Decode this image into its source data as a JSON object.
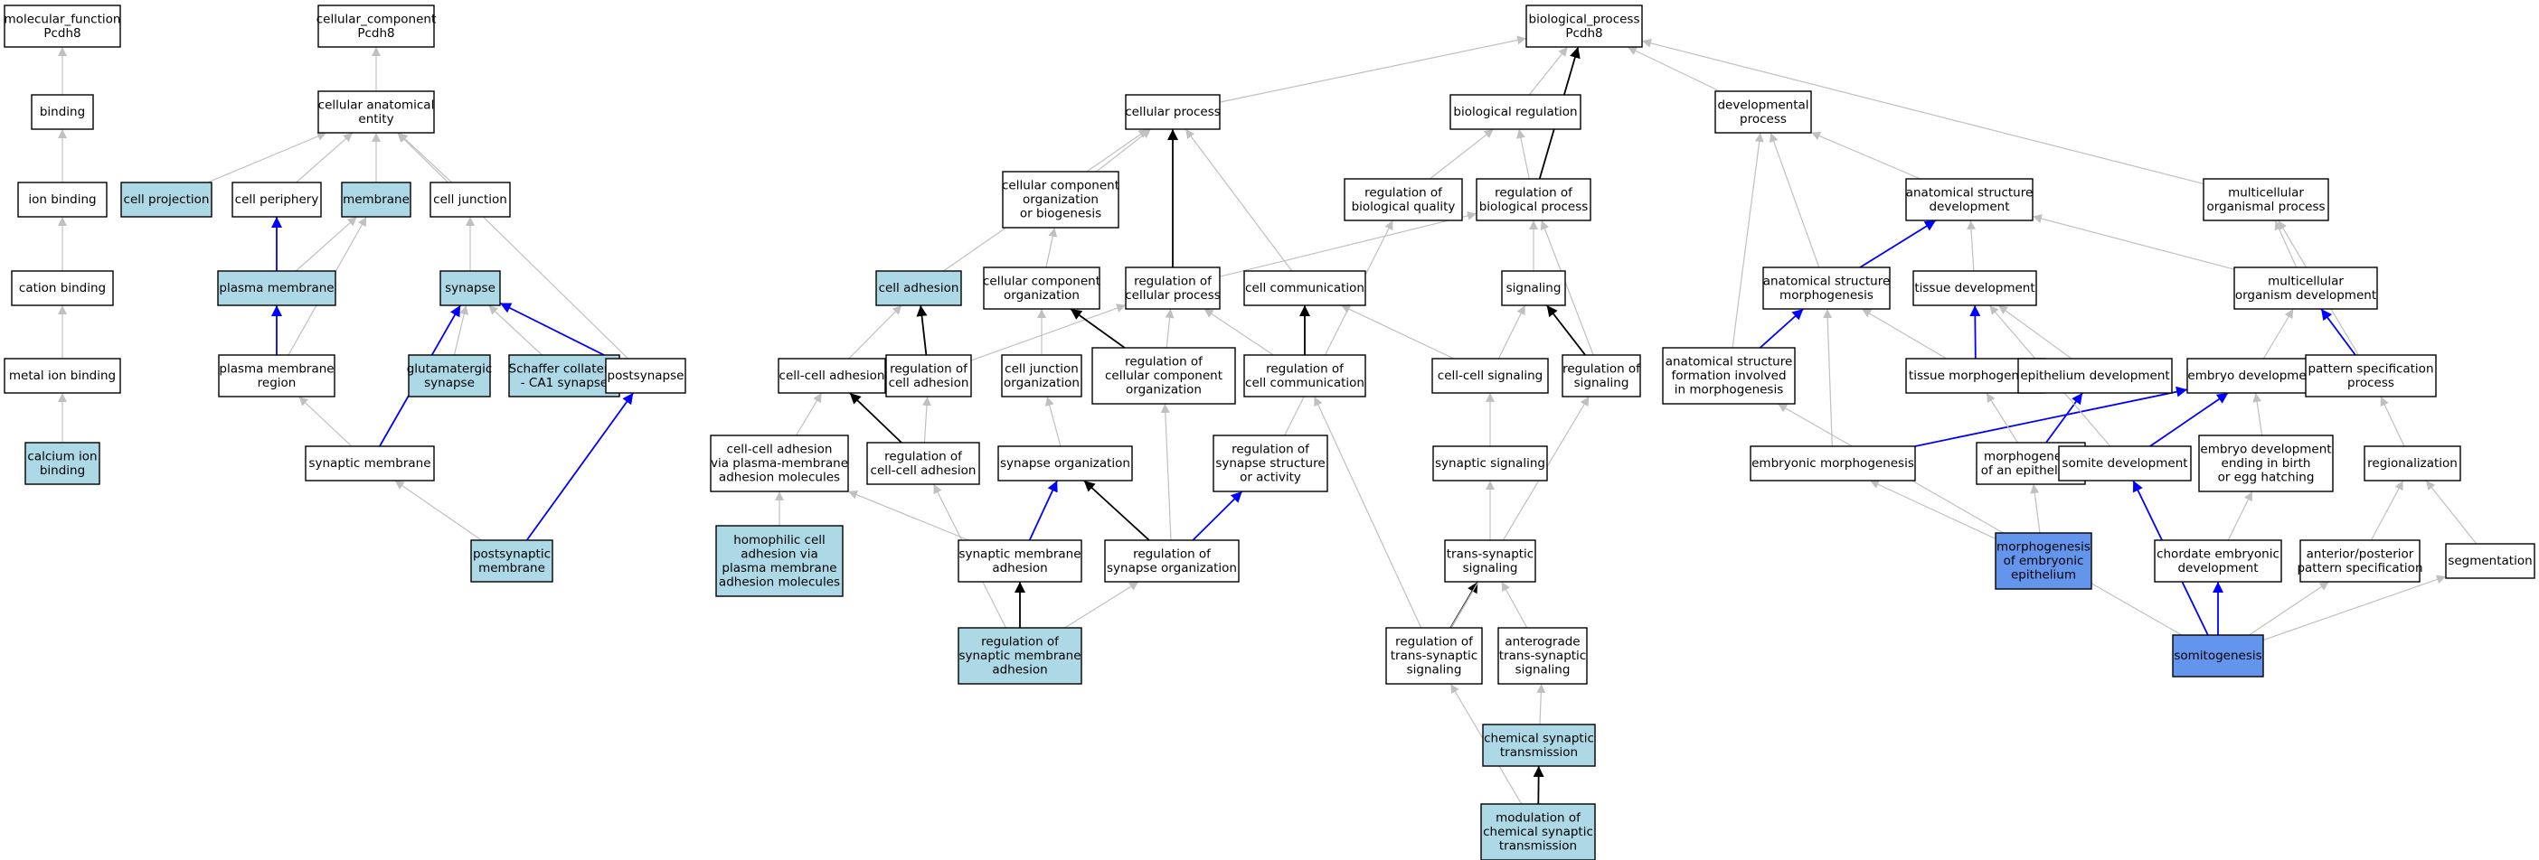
{
  "colors": {
    "default_fill": "#ffffff",
    "highlight_fill": "#add8e6",
    "focus_fill": "#6495ed",
    "grey_edge": "#c0c0c0",
    "black_edge": "#000000",
    "blue_edge": "#0000ff"
  },
  "nodes": [
    {
      "id": "mf",
      "lines": [
        "molecular_function",
        "Pcdh8"
      ],
      "fill": "white"
    },
    {
      "id": "binding",
      "lines": [
        "binding"
      ],
      "fill": "white"
    },
    {
      "id": "ion_binding",
      "lines": [
        "ion binding"
      ],
      "fill": "white"
    },
    {
      "id": "cation_binding",
      "lines": [
        "cation binding"
      ],
      "fill": "white"
    },
    {
      "id": "metal_ion_binding",
      "lines": [
        "metal ion binding"
      ],
      "fill": "white"
    },
    {
      "id": "calcium_ion_binding",
      "lines": [
        "calcium ion",
        "binding"
      ],
      "fill": "light"
    },
    {
      "id": "cc",
      "lines": [
        "cellular_component",
        "Pcdh8"
      ],
      "fill": "white"
    },
    {
      "id": "cae",
      "lines": [
        "cellular anatomical",
        "entity"
      ],
      "fill": "white"
    },
    {
      "id": "cell_projection",
      "lines": [
        "cell projection"
      ],
      "fill": "light"
    },
    {
      "id": "cell_periphery",
      "lines": [
        "cell periphery"
      ],
      "fill": "white"
    },
    {
      "id": "membrane",
      "lines": [
        "membrane"
      ],
      "fill": "light"
    },
    {
      "id": "cell_junction",
      "lines": [
        "cell junction"
      ],
      "fill": "white"
    },
    {
      "id": "plasma_membrane",
      "lines": [
        "plasma membrane"
      ],
      "fill": "light"
    },
    {
      "id": "synapse",
      "lines": [
        "synapse"
      ],
      "fill": "light"
    },
    {
      "id": "pm_region",
      "lines": [
        "plasma membrane",
        "region"
      ],
      "fill": "white"
    },
    {
      "id": "glut_synapse",
      "lines": [
        "glutamatergic",
        "synapse"
      ],
      "fill": "light"
    },
    {
      "id": "schaffer",
      "lines": [
        "Schaffer collateral",
        "- CA1 synapse"
      ],
      "fill": "light"
    },
    {
      "id": "postsynapse",
      "lines": [
        "postsynapse"
      ],
      "fill": "white"
    },
    {
      "id": "synaptic_membrane",
      "lines": [
        "synaptic membrane"
      ],
      "fill": "white"
    },
    {
      "id": "postsynaptic_membrane",
      "lines": [
        "postsynaptic",
        "membrane"
      ],
      "fill": "light"
    },
    {
      "id": "bp",
      "lines": [
        "biological_process",
        "Pcdh8"
      ],
      "fill": "white"
    },
    {
      "id": "cellular_process",
      "lines": [
        "cellular process"
      ],
      "fill": "white"
    },
    {
      "id": "bio_reg",
      "lines": [
        "biological regulation"
      ],
      "fill": "white"
    },
    {
      "id": "dev_process",
      "lines": [
        "developmental",
        "process"
      ],
      "fill": "white"
    },
    {
      "id": "ccob",
      "lines": [
        "cellular component",
        "organization",
        "or biogenesis"
      ],
      "fill": "white"
    },
    {
      "id": "reg_bio_quality",
      "lines": [
        "regulation of",
        "biological quality"
      ],
      "fill": "white"
    },
    {
      "id": "reg_bio_process",
      "lines": [
        "regulation of",
        "biological process"
      ],
      "fill": "white"
    },
    {
      "id": "asd",
      "lines": [
        "anatomical structure",
        "development"
      ],
      "fill": "white"
    },
    {
      "id": "multi_org_process",
      "lines": [
        "multicellular",
        "organismal process"
      ],
      "fill": "white"
    },
    {
      "id": "cell_adhesion",
      "lines": [
        "cell adhesion"
      ],
      "fill": "light"
    },
    {
      "id": "cco",
      "lines": [
        "cellular component",
        "organization"
      ],
      "fill": "white"
    },
    {
      "id": "reg_cell_process",
      "lines": [
        "regulation of",
        "cellular process"
      ],
      "fill": "white"
    },
    {
      "id": "cell_comm",
      "lines": [
        "cell communication"
      ],
      "fill": "white"
    },
    {
      "id": "signaling",
      "lines": [
        "signaling"
      ],
      "fill": "white"
    },
    {
      "id": "asm",
      "lines": [
        "anatomical structure",
        "morphogenesis"
      ],
      "fill": "white"
    },
    {
      "id": "tissue_dev",
      "lines": [
        "tissue development"
      ],
      "fill": "white"
    },
    {
      "id": "mod",
      "lines": [
        "multicellular",
        "organism development"
      ],
      "fill": "white"
    },
    {
      "id": "cc_adhesion",
      "lines": [
        "cell-cell adhesion"
      ],
      "fill": "white"
    },
    {
      "id": "reg_cell_adhesion",
      "lines": [
        "regulation of",
        "cell adhesion"
      ],
      "fill": "white"
    },
    {
      "id": "cell_junction_org",
      "lines": [
        "cell junction",
        "organization"
      ],
      "fill": "white"
    },
    {
      "id": "reg_cco",
      "lines": [
        "regulation of",
        "cellular component",
        "organization"
      ],
      "fill": "white"
    },
    {
      "id": "reg_cell_comm",
      "lines": [
        "regulation of",
        "cell communication"
      ],
      "fill": "white"
    },
    {
      "id": "cc_signaling",
      "lines": [
        "cell-cell signaling"
      ],
      "fill": "white"
    },
    {
      "id": "reg_signaling",
      "lines": [
        "regulation of",
        "signaling"
      ],
      "fill": "white"
    },
    {
      "id": "asf",
      "lines": [
        "anatomical structure",
        "formation involved",
        "in morphogenesis"
      ],
      "fill": "white"
    },
    {
      "id": "tissue_morph",
      "lines": [
        "tissue morphogenesis"
      ],
      "fill": "white"
    },
    {
      "id": "epi_dev",
      "lines": [
        "epithelium development"
      ],
      "fill": "white"
    },
    {
      "id": "embryo_dev",
      "lines": [
        "embryo development"
      ],
      "fill": "white"
    },
    {
      "id": "pattern_spec",
      "lines": [
        "pattern specification",
        "process"
      ],
      "fill": "white"
    },
    {
      "id": "cc_adh_pm",
      "lines": [
        "cell-cell adhesion",
        "via plasma-membrane",
        "adhesion molecules"
      ],
      "fill": "white"
    },
    {
      "id": "reg_cc_adhesion",
      "lines": [
        "regulation of",
        "cell-cell adhesion"
      ],
      "fill": "white"
    },
    {
      "id": "synapse_org",
      "lines": [
        "synapse organization"
      ],
      "fill": "white"
    },
    {
      "id": "reg_syn_struct",
      "lines": [
        "regulation of",
        "synapse structure",
        "or activity"
      ],
      "fill": "white"
    },
    {
      "id": "syn_signaling",
      "lines": [
        "synaptic signaling"
      ],
      "fill": "white"
    },
    {
      "id": "embryonic_morph",
      "lines": [
        "embryonic morphogenesis"
      ],
      "fill": "white"
    },
    {
      "id": "morph_epi",
      "lines": [
        "morphogenesis",
        "of an epithelium"
      ],
      "fill": "white"
    },
    {
      "id": "somite_dev",
      "lines": [
        "somite development"
      ],
      "fill": "white"
    },
    {
      "id": "embryo_birth",
      "lines": [
        "embryo development",
        "ending in birth",
        "or egg hatching"
      ],
      "fill": "white"
    },
    {
      "id": "regionalization",
      "lines": [
        "regionalization"
      ],
      "fill": "white"
    },
    {
      "id": "homophilic",
      "lines": [
        "homophilic cell",
        "adhesion via",
        "plasma membrane",
        "adhesion molecules"
      ],
      "fill": "light"
    },
    {
      "id": "syn_mem_adh",
      "lines": [
        "synaptic membrane",
        "adhesion"
      ],
      "fill": "white"
    },
    {
      "id": "reg_syn_org",
      "lines": [
        "regulation of",
        "synapse organization"
      ],
      "fill": "white"
    },
    {
      "id": "trans_syn",
      "lines": [
        "trans-synaptic",
        "signaling"
      ],
      "fill": "white"
    },
    {
      "id": "morph_emb_epi",
      "lines": [
        "morphogenesis",
        "of embryonic",
        "epithelium"
      ],
      "fill": "focus"
    },
    {
      "id": "chordate_emb",
      "lines": [
        "chordate embryonic",
        "development"
      ],
      "fill": "white"
    },
    {
      "id": "ap_pattern",
      "lines": [
        "anterior/posterior",
        "pattern specification"
      ],
      "fill": "white"
    },
    {
      "id": "segmentation",
      "lines": [
        "segmentation"
      ],
      "fill": "white"
    },
    {
      "id": "reg_syn_mem_adh",
      "lines": [
        "regulation of",
        "synaptic membrane",
        "adhesion"
      ],
      "fill": "light"
    },
    {
      "id": "reg_trans_syn",
      "lines": [
        "regulation of",
        "trans-synaptic",
        "signaling"
      ],
      "fill": "white"
    },
    {
      "id": "antero_trans",
      "lines": [
        "anterograde",
        "trans-synaptic",
        "signaling"
      ],
      "fill": "white"
    },
    {
      "id": "somitogenesis",
      "lines": [
        "somitogenesis"
      ],
      "fill": "focus"
    },
    {
      "id": "chem_syn",
      "lines": [
        "chemical synaptic",
        "transmission"
      ],
      "fill": "light"
    },
    {
      "id": "mod_chem_syn",
      "lines": [
        "modulation of",
        "chemical synaptic",
        "transmission"
      ],
      "fill": "light"
    }
  ],
  "edges": [
    {
      "from": "binding",
      "to": "mf",
      "color": "grey"
    },
    {
      "from": "ion_binding",
      "to": "binding",
      "color": "grey"
    },
    {
      "from": "cation_binding",
      "to": "ion_binding",
      "color": "grey"
    },
    {
      "from": "metal_ion_binding",
      "to": "cation_binding",
      "color": "grey"
    },
    {
      "from": "calcium_ion_binding",
      "to": "metal_ion_binding",
      "color": "grey"
    },
    {
      "from": "cae",
      "to": "cc",
      "color": "grey"
    },
    {
      "from": "cell_projection",
      "to": "cae",
      "color": "grey"
    },
    {
      "from": "cell_periphery",
      "to": "cae",
      "color": "grey"
    },
    {
      "from": "membrane",
      "to": "cae",
      "color": "grey"
    },
    {
      "from": "cell_junction",
      "to": "cae",
      "color": "grey"
    },
    {
      "from": "postsynapse",
      "to": "cae",
      "color": "grey"
    },
    {
      "from": "plasma_membrane",
      "to": "cell_periphery",
      "color": "blue"
    },
    {
      "from": "plasma_membrane",
      "to": "membrane",
      "color": "grey"
    },
    {
      "from": "pm_region",
      "to": "plasma_membrane",
      "color": "blue"
    },
    {
      "from": "pm_region",
      "to": "membrane",
      "color": "grey"
    },
    {
      "from": "synapse",
      "to": "cell_junction",
      "color": "grey"
    },
    {
      "from": "glut_synapse",
      "to": "synapse",
      "color": "grey"
    },
    {
      "from": "schaffer",
      "to": "synapse",
      "color": "grey"
    },
    {
      "from": "postsynapse",
      "to": "synapse",
      "color": "blue"
    },
    {
      "from": "synaptic_membrane",
      "to": "pm_region",
      "color": "grey"
    },
    {
      "from": "synaptic_membrane",
      "to": "synapse",
      "color": "blue"
    },
    {
      "from": "postsynaptic_membrane",
      "to": "synaptic_membrane",
      "color": "grey"
    },
    {
      "from": "postsynaptic_membrane",
      "to": "postsynapse",
      "color": "blue"
    },
    {
      "from": "cellular_process",
      "to": "bp",
      "color": "grey"
    },
    {
      "from": "bio_reg",
      "to": "bp",
      "color": "grey"
    },
    {
      "from": "dev_process",
      "to": "bp",
      "color": "grey"
    },
    {
      "from": "multi_org_process",
      "to": "bp",
      "color": "grey"
    },
    {
      "from": "reg_bio_process",
      "to": "bp",
      "color": "black"
    },
    {
      "from": "ccob",
      "to": "cellular_process",
      "color": "grey"
    },
    {
      "from": "reg_bio_quality",
      "to": "bio_reg",
      "color": "grey"
    },
    {
      "from": "reg_bio_process",
      "to": "bio_reg",
      "color": "grey"
    },
    {
      "from": "asd",
      "to": "dev_process",
      "color": "grey"
    },
    {
      "from": "cell_adhesion",
      "to": "cellular_process",
      "color": "grey"
    },
    {
      "from": "cco",
      "to": "ccob",
      "color": "grey"
    },
    {
      "from": "reg_cell_process",
      "to": "cellular_process",
      "color": "black"
    },
    {
      "from": "reg_cell_process",
      "to": "reg_bio_process",
      "color": "grey"
    },
    {
      "from": "cell_comm",
      "to": "cellular_process",
      "color": "grey"
    },
    {
      "from": "signaling",
      "to": "reg_bio_process",
      "color": "grey"
    },
    {
      "from": "asm",
      "to": "asd",
      "color": "blue"
    },
    {
      "from": "asm",
      "to": "dev_process",
      "color": "grey"
    },
    {
      "from": "tissue_dev",
      "to": "asd",
      "color": "grey"
    },
    {
      "from": "mod",
      "to": "multi_org_process",
      "color": "grey"
    },
    {
      "from": "mod",
      "to": "asd",
      "color": "grey"
    },
    {
      "from": "cc_adhesion",
      "to": "cell_adhesion",
      "color": "grey"
    },
    {
      "from": "reg_cell_adhesion",
      "to": "cell_adhesion",
      "color": "black"
    },
    {
      "from": "reg_cell_adhesion",
      "to": "reg_cell_process",
      "color": "grey"
    },
    {
      "from": "cell_junction_org",
      "to": "cco",
      "color": "grey"
    },
    {
      "from": "reg_cco",
      "to": "cco",
      "color": "black"
    },
    {
      "from": "reg_cco",
      "to": "reg_cell_process",
      "color": "grey"
    },
    {
      "from": "reg_cell_comm",
      "to": "cell_comm",
      "color": "black"
    },
    {
      "from": "reg_cell_comm",
      "to": "reg_cell_process",
      "color": "grey"
    },
    {
      "from": "cc_signaling",
      "to": "cell_comm",
      "color": "grey"
    },
    {
      "from": "cc_signaling",
      "to": "signaling",
      "color": "grey"
    },
    {
      "from": "reg_signaling",
      "to": "signaling",
      "color": "black"
    },
    {
      "from": "reg_signaling",
      "to": "reg_bio_process",
      "color": "grey"
    },
    {
      "from": "asf",
      "to": "asm",
      "color": "blue"
    },
    {
      "from": "asf",
      "to": "dev_process",
      "color": "grey"
    },
    {
      "from": "tissue_morph",
      "to": "tissue_dev",
      "color": "blue"
    },
    {
      "from": "tissue_morph",
      "to": "asm",
      "color": "grey"
    },
    {
      "from": "epi_dev",
      "to": "tissue_dev",
      "color": "grey"
    },
    {
      "from": "embryo_dev",
      "to": "mod",
      "color": "grey"
    },
    {
      "from": "pattern_spec",
      "to": "mod",
      "color": "blue"
    },
    {
      "from": "pattern_spec",
      "to": "multi_org_process",
      "color": "grey"
    },
    {
      "from": "cc_adh_pm",
      "to": "cc_adhesion",
      "color": "grey"
    },
    {
      "from": "reg_cc_adhesion",
      "to": "cc_adhesion",
      "color": "black"
    },
    {
      "from": "reg_cc_adhesion",
      "to": "reg_cell_adhesion",
      "color": "grey"
    },
    {
      "from": "synapse_org",
      "to": "cell_junction_org",
      "color": "grey"
    },
    {
      "from": "reg_syn_struct",
      "to": "reg_bio_quality",
      "color": "grey"
    },
    {
      "from": "syn_signaling",
      "to": "cc_signaling",
      "color": "grey"
    },
    {
      "from": "embryonic_morph",
      "to": "embryo_dev",
      "color": "blue"
    },
    {
      "from": "embryonic_morph",
      "to": "asm",
      "color": "grey"
    },
    {
      "from": "morph_epi",
      "to": "epi_dev",
      "color": "blue"
    },
    {
      "from": "morph_epi",
      "to": "tissue_morph",
      "color": "grey"
    },
    {
      "from": "somite_dev",
      "to": "embryo_dev",
      "color": "blue"
    },
    {
      "from": "somite_dev",
      "to": "tissue_dev",
      "color": "grey"
    },
    {
      "from": "embryo_birth",
      "to": "embryo_dev",
      "color": "grey"
    },
    {
      "from": "regionalization",
      "to": "pattern_spec",
      "color": "grey"
    },
    {
      "from": "homophilic",
      "to": "cc_adh_pm",
      "color": "grey"
    },
    {
      "from": "syn_mem_adh",
      "to": "synapse_org",
      "color": "blue"
    },
    {
      "from": "syn_mem_adh",
      "to": "cc_adh_pm",
      "color": "grey"
    },
    {
      "from": "reg_syn_org",
      "to": "synapse_org",
      "color": "black"
    },
    {
      "from": "reg_syn_org",
      "to": "reg_cco",
      "color": "grey"
    },
    {
      "from": "reg_syn_org",
      "to": "reg_syn_struct",
      "color": "blue"
    },
    {
      "from": "trans_syn",
      "to": "syn_signaling",
      "color": "grey"
    },
    {
      "from": "morph_emb_epi",
      "to": "embryonic_morph",
      "color": "grey"
    },
    {
      "from": "morph_emb_epi",
      "to": "morph_epi",
      "color": "grey"
    },
    {
      "from": "chordate_emb",
      "to": "embryo_birth",
      "color": "grey"
    },
    {
      "from": "ap_pattern",
      "to": "regionalization",
      "color": "grey"
    },
    {
      "from": "segmentation",
      "to": "regionalization",
      "color": "grey"
    },
    {
      "from": "reg_syn_mem_adh",
      "to": "syn_mem_adh",
      "color": "black"
    },
    {
      "from": "reg_syn_mem_adh",
      "to": "reg_cc_adhesion",
      "color": "grey"
    },
    {
      "from": "reg_syn_mem_adh",
      "to": "reg_syn_org",
      "color": "grey"
    },
    {
      "from": "reg_trans_syn",
      "to": "trans_syn",
      "color": "black"
    },
    {
      "from": "reg_trans_syn",
      "to": "reg_cell_comm",
      "color": "grey"
    },
    {
      "from": "reg_trans_syn",
      "to": "reg_signaling",
      "color": "grey"
    },
    {
      "from": "antero_trans",
      "to": "trans_syn",
      "color": "grey"
    },
    {
      "from": "somitogenesis",
      "to": "somite_dev",
      "color": "blue"
    },
    {
      "from": "somitogenesis",
      "to": "chordate_emb",
      "color": "blue"
    },
    {
      "from": "somitogenesis",
      "to": "ap_pattern",
      "color": "grey"
    },
    {
      "from": "somitogenesis",
      "to": "segmentation",
      "color": "grey"
    },
    {
      "from": "somitogenesis",
      "to": "asf",
      "color": "grey"
    },
    {
      "from": "chem_syn",
      "to": "antero_trans",
      "color": "grey"
    },
    {
      "from": "mod_chem_syn",
      "to": "chem_syn",
      "color": "black"
    },
    {
      "from": "mod_chem_syn",
      "to": "reg_trans_syn",
      "color": "grey"
    }
  ]
}
